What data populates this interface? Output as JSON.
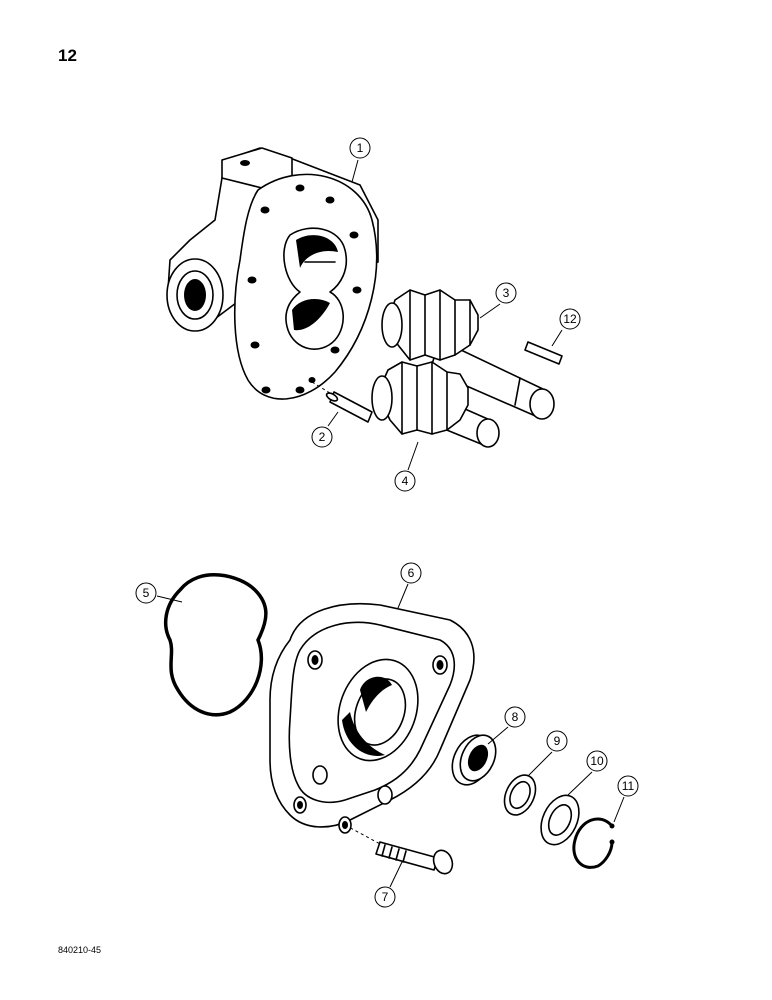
{
  "page_number": "12",
  "figure_code": "840210-45",
  "callouts": {
    "c1": "1",
    "c2": "2",
    "c3": "3",
    "c4": "4",
    "c5": "5",
    "c6": "6",
    "c7": "7",
    "c8": "8",
    "c9": "9",
    "c10": "10",
    "c11": "11",
    "c12": "12"
  },
  "parts": {
    "p1": "pump-body",
    "p2": "dowel-pin",
    "p3": "drive-gear",
    "p4": "driven-gear",
    "p5": "seal-ring",
    "p6": "end-cover",
    "p7": "bolt",
    "p8": "shaft-seal",
    "p9": "washer",
    "p10": "washer",
    "p11": "retaining-ring",
    "p12": "key"
  }
}
